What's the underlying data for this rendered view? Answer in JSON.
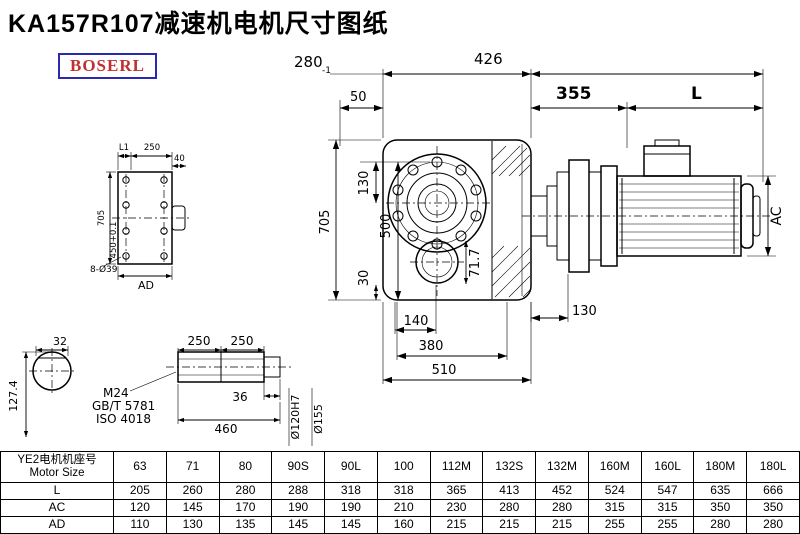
{
  "page": {
    "title": "KA157R107减速机电机尺寸图纸",
    "logo": "BOSERL"
  },
  "dims": {
    "top_280": "280",
    "top_280_tol": "-1",
    "top_426": "426",
    "top_50": "50",
    "top_355": "355",
    "top_L": "L",
    "left_705": "705",
    "left_130": "130",
    "left_500": "500",
    "left_30": "30",
    "mid_71_7": "71.7",
    "bot_140": "140",
    "right_130": "130",
    "bot_380": "380",
    "bot_510": "510",
    "right_AC": "AC",
    "sv_L1": "L1",
    "sv_250": "250",
    "sv_40": "40",
    "sv_705": "705",
    "sv_450": "450+0.1",
    "sv_holes": "8-Ø39",
    "sv_AD": "AD",
    "cv_32": "32",
    "cv_127": "127.4",
    "sh_250a": "250",
    "sh_250b": "250",
    "sh_M24": "M24",
    "sh_gb": "GB/T 5781",
    "sh_iso": "ISO 4018",
    "sh_36": "36",
    "sh_460": "460",
    "sh_d120": "Ø120H7",
    "sh_d155": "Ø155"
  },
  "table": {
    "col0_line1": "YE2电机机座号",
    "col0_line2": "Motor Size",
    "sizes": [
      "63",
      "71",
      "80",
      "90S",
      "90L",
      "100",
      "112M",
      "132S",
      "132M",
      "160M",
      "160L",
      "180M",
      "180L"
    ],
    "rows": [
      {
        "label": "L",
        "values": [
          "205",
          "260",
          "280",
          "288",
          "318",
          "318",
          "365",
          "413",
          "452",
          "524",
          "547",
          "635",
          "666"
        ]
      },
      {
        "label": "AC",
        "values": [
          "120",
          "145",
          "170",
          "190",
          "190",
          "210",
          "230",
          "280",
          "280",
          "315",
          "315",
          "350",
          "350"
        ]
      },
      {
        "label": "AD",
        "values": [
          "110",
          "130",
          "135",
          "145",
          "145",
          "160",
          "215",
          "215",
          "215",
          "255",
          "255",
          "280",
          "280"
        ]
      }
    ]
  }
}
